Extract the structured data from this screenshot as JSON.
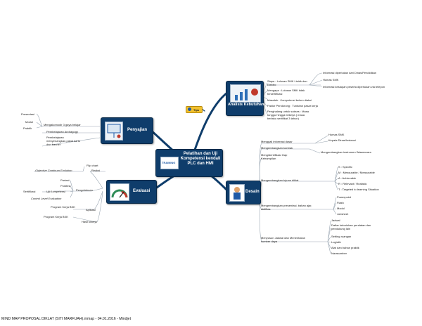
{
  "center": {
    "logo_text": "TRAINING",
    "title": "Pelatihan dan Uji Kompetensi kendali PLC dan HMI"
  },
  "tips": {
    "label": "Tips"
  },
  "analisis": {
    "title": "Analisis Kebutuhan",
    "items": [
      "Siapa : Lulusan SMK Listrik dan Elektro",
      "Mengapa : Lulusan SMK tidak tersertifikasi",
      "Masalah : Kompetensi belum diakui",
      "Faktor Pendorong : Tuntutan pasar kerja",
      "Penghalang untuk sukses : Masa tunggu hingga bekerja ( masa berlaku sertifikat 3 tahun)"
    ],
    "sub": [
      "Informasi diperlukan dari Dinas/Pendidikan",
      "Humas SMK",
      "Informasi kesiapan peserta diperlukan via telepon"
    ]
  },
  "penyajian": {
    "title": "Penyajian",
    "items": [
      "Mengakomodir 3 gaya belajar",
      "Pembelajaran Andragogy",
      "Pembelajaran menyenangkan,pakai kartu dan banner"
    ],
    "sub": [
      "Presentasi",
      "Modul",
      "Praktik"
    ]
  },
  "evaluasi": {
    "title": "Evaluasi",
    "reaksi": "Reaksi",
    "reaksi_sub": [
      "Flip chart",
      "Objective Continum Evolution"
    ],
    "pengetahuan": "Pengetahuan",
    "peng_sub": [
      "Pretest",
      "Posttest",
      "Uji Kompetensi",
      "Control Level Evaluation"
    ],
    "sertifikasi": "Sertifikasi",
    "aplikasi": "Aplikasi",
    "apl_sub": [
      "Program Kerja BKK"
    ],
    "hasil": "Hasil kinerja",
    "hasil_sub": [
      "Program Kerja BKK"
    ]
  },
  "desain": {
    "title": "Desain",
    "items": [
      "Menggali informasi dasar",
      "Mengembangkan kontrak",
      "Mengidentifikasi Gap Ketrampilan",
      "Mengembangkan tujuan diklat",
      "Mengembangkan presentasi, bahan ajar, aktifitas",
      "Menyusun Jadwal dan Menentukan sumber daya"
    ],
    "info_sub": [
      "Humas SMK",
      "Kepala Dinas/Instansi"
    ],
    "kontrak_sub": [
      "Mengembangkan instrumen Wawancara"
    ],
    "smart": [
      "S : Specific",
      "M : Measurable / Measurable",
      "A : Achievable",
      "R : Relevant / Realistic",
      "T : Targeted to learning Situation"
    ],
    "presentasi_sub": [
      "Powerpoint",
      "Flash",
      "Modul",
      "Jobsheet"
    ],
    "jadwal_sub": [
      "Jadwal",
      "Daftar kebutuhan peralatan dan pendukung lain",
      "Setting ruangan",
      "Logistik",
      "Alat dan bahan praktik",
      "Narasumber"
    ]
  },
  "footer": "MIND MAP PROPOSAL DIKLAT (SITI MARFUAH).mmap - 04.01.2016 - Mindjet"
}
